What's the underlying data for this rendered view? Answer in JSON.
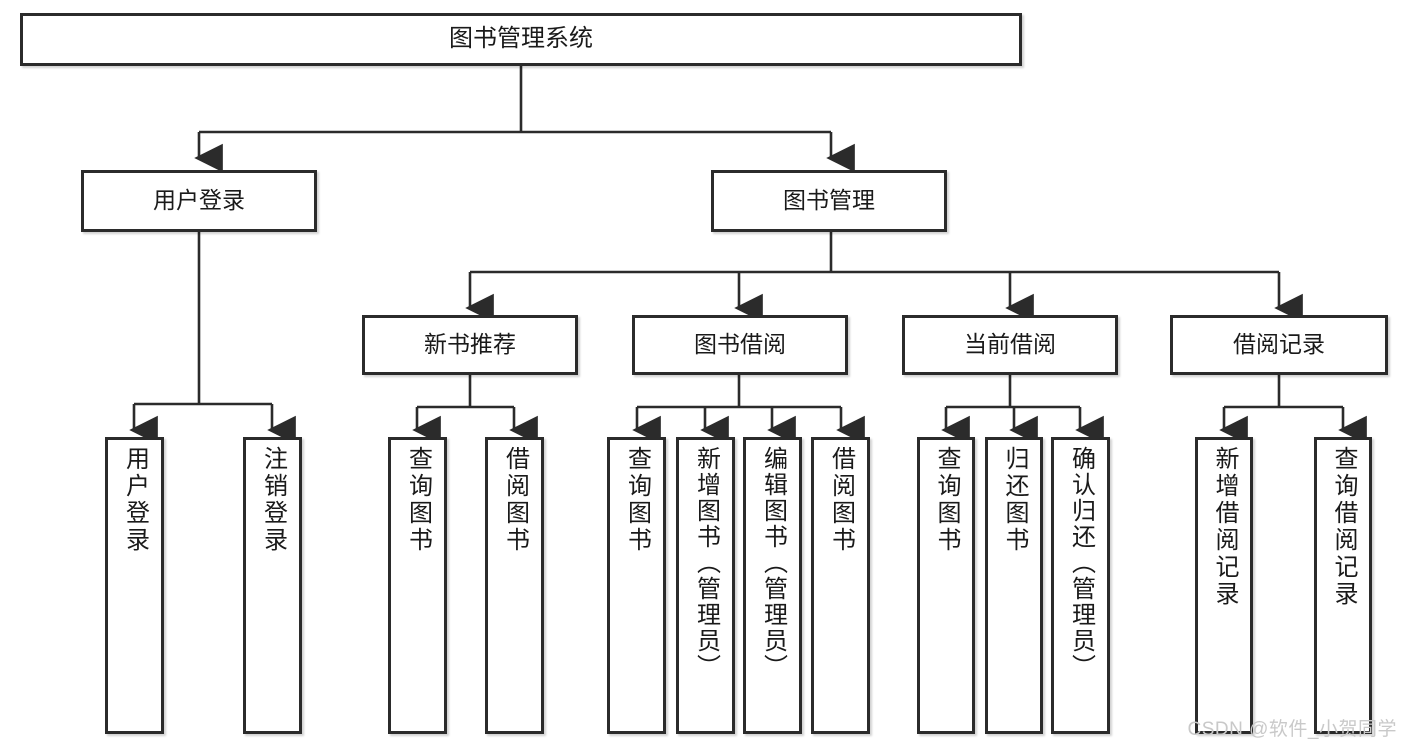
{
  "diagram": {
    "title": "图书管理系统",
    "type": "tree",
    "colors": {
      "box_border": "#2b2b2b",
      "box_fill": "#ffffff",
      "connector": "#2b2b2b",
      "background": "#ffffff",
      "watermark": "#c9c9c9"
    },
    "root": {
      "label": "图书管理系统"
    },
    "level2": [
      {
        "label": "用户登录"
      },
      {
        "label": "图书管理"
      }
    ],
    "level3": [
      {
        "label": "新书推荐"
      },
      {
        "label": "图书借阅"
      },
      {
        "label": "当前借阅"
      },
      {
        "label": "借阅记录"
      }
    ],
    "leaves": {
      "user_login": [
        {
          "label": "用户登录"
        },
        {
          "label": "注销登录"
        }
      ],
      "new_book": [
        {
          "label": "查询图书"
        },
        {
          "label": "借阅图书"
        }
      ],
      "book_borrow": [
        {
          "label": "查询图书"
        },
        {
          "label": "新增图书（管理员）"
        },
        {
          "label": "编辑图书（管理员）"
        },
        {
          "label": "借阅图书"
        }
      ],
      "current_borrow": [
        {
          "label": "查询图书"
        },
        {
          "label": "归还图书"
        },
        {
          "label": "确认归还（管理员）"
        }
      ],
      "borrow_record": [
        {
          "label": "新增借阅记录"
        },
        {
          "label": "查询借阅记录"
        }
      ]
    }
  },
  "watermark": {
    "text": "CSDN @软件_小贺同学"
  }
}
